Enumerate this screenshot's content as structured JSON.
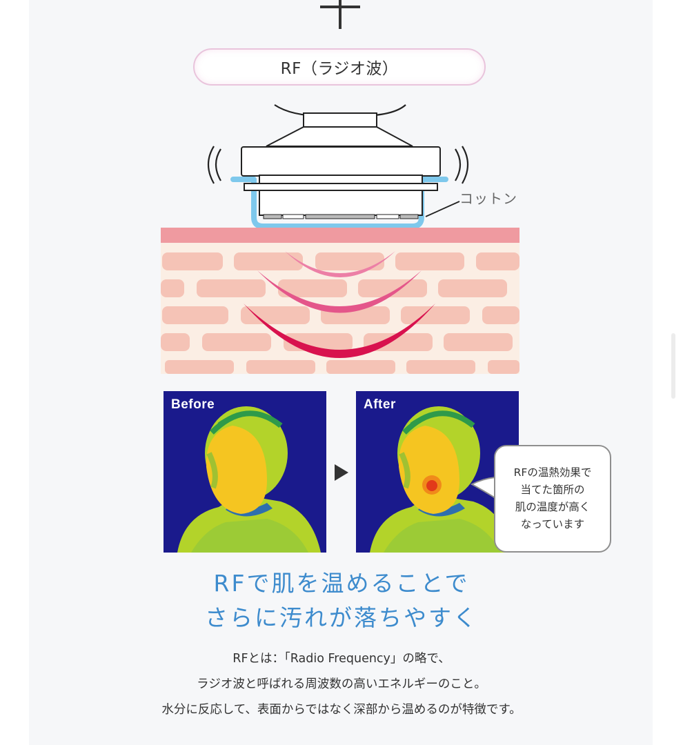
{
  "header": {
    "plus_symbol": "+",
    "pill_label": "RF（ラジオ波）"
  },
  "diagram": {
    "cotton_label": "コットン",
    "colors": {
      "cotton": "#7ec8ec",
      "skin_top": "#ef9aa0",
      "skin_bg": "#fbeee4",
      "brick": "#f5c3b6",
      "wave_1": "#ec7fa6",
      "wave_2": "#e4568a",
      "wave_3": "#d8124e"
    }
  },
  "thermal": {
    "before_label": "Before",
    "after_label": "After",
    "arrow_icon": "play-arrow-icon",
    "bubble_lines": [
      "RFの温熱効果で",
      "当てた箇所の",
      "肌の温度が高く",
      "なっています"
    ],
    "colors": {
      "background": "#1a1a8c",
      "warm": "#f5c521",
      "mid": "#b3d32a",
      "cool": "#2e9a4a",
      "hot": "#e23a1a"
    }
  },
  "headline": {
    "line1": "RFで肌を温めることで",
    "line2": "さらに汚れが落ちやすく",
    "color": "#3d8bcd"
  },
  "description": {
    "line1": "RFとは：「Radio Frequency」の略で、",
    "line2": "ラジオ波と呼ばれる周波数の高いエネルギーのこと。",
    "line3": "水分に反応して、表面からではなく深部から温めるのが特徴です。"
  }
}
